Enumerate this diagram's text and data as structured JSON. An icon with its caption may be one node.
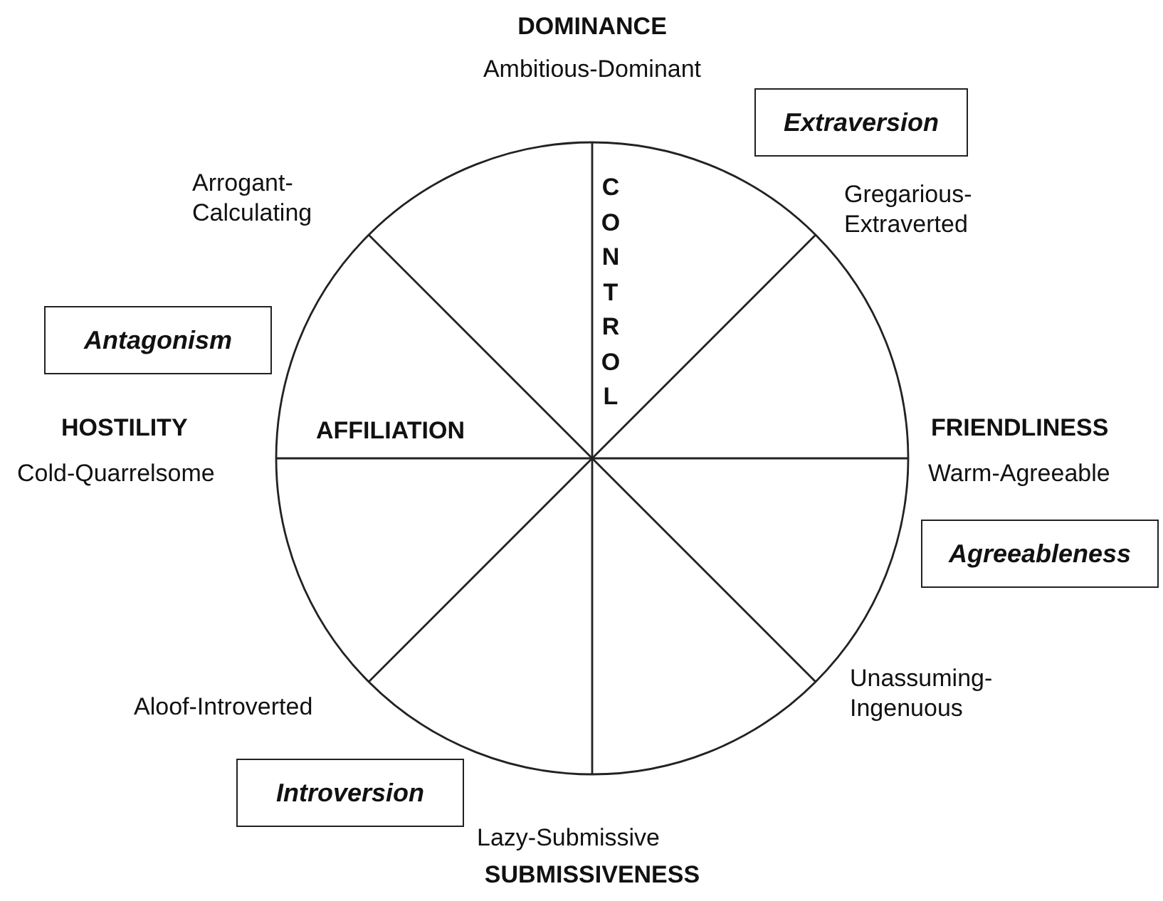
{
  "diagram": {
    "nodes": [
      {
        "text": [
          "Extraversion"
        ]
      },
      {
        "text": [
          "CONTROL",
          "AFFILIATION"
        ]
      },
      {
        "text": [
          "Antagonism"
        ]
      },
      {
        "text": [
          "Agreeableness"
        ]
      },
      {
        "text": [
          "Introversion"
        ]
      }
    ],
    "labels": [
      "DOMINANCE",
      "Ambitious-Dominant",
      "Arrogant- Calculating",
      "Gregarious- Extraverted",
      "HOSTILITY",
      "FRIENDLINESS",
      "Cold-Quarrelsome",
      "Warm-Agreeable",
      "Unassuming- Ingenuous",
      "Aloof-Introverted",
      "Lazy-Submissive",
      "SUBMISSIVENESS"
    ]
  }
}
